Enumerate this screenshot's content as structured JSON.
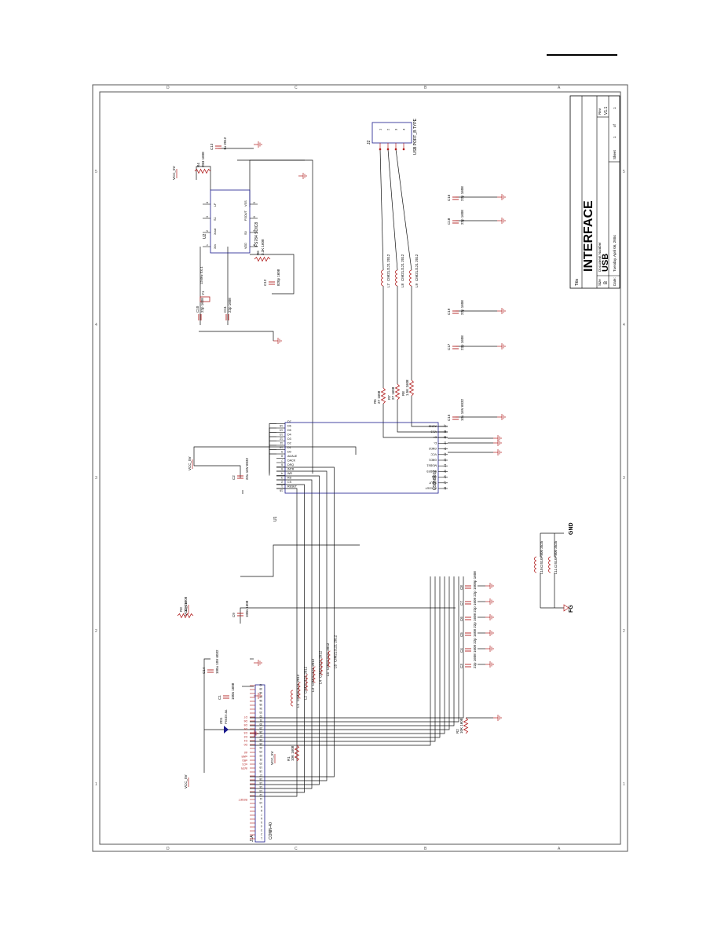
{
  "title_block": {
    "title": "INTERFACE",
    "doc_number_label": "Document Number",
    "doc_number": "USB",
    "size_label": "Size",
    "size": "B",
    "rev_label": "Rev",
    "rev": "V1.1",
    "title_label": "Title",
    "date_label": "Date:",
    "date": "Tuesday, April 06, 2004",
    "sheet_label": "Sheet",
    "sheet": "1",
    "of_label": "of",
    "of": "1"
  },
  "border": {
    "rows": [
      "D",
      "C",
      "B",
      "A"
    ],
    "cols": [
      "1",
      "2",
      "3",
      "4",
      "5"
    ]
  },
  "power": {
    "vcc": "VCC_5V"
  },
  "u1": {
    "ref": "U1",
    "part": "USBN9602",
    "left_pins": [
      {
        "num": "16",
        "name": "RESET"
      },
      {
        "num": "1",
        "name": "CS"
      },
      {
        "num": "2",
        "name": "RD"
      },
      {
        "num": "3",
        "name": "WR"
      },
      {
        "num": "4",
        "name": "INTR"
      },
      {
        "num": "5",
        "name": "DRQ"
      },
      {
        "num": "6",
        "name": "DACK"
      },
      {
        "num": "7",
        "name": "A0/ALE"
      },
      {
        "num": "8",
        "name": "D0"
      },
      {
        "num": "9",
        "name": "D1"
      },
      {
        "num": "10",
        "name": "D2"
      },
      {
        "num": "11",
        "name": "D3"
      },
      {
        "num": "12",
        "name": "D4"
      },
      {
        "num": "13",
        "name": "D5"
      },
      {
        "num": "14",
        "name": "D6"
      },
      {
        "num": "15",
        "name": "D7"
      }
    ],
    "right_pins": [
      {
        "num": "28",
        "name": "CLKOUT"
      },
      {
        "num": "27",
        "name": "XOUT"
      },
      {
        "num": "25",
        "name": "XIN"
      },
      {
        "num": "26",
        "name": "MODE0"
      },
      {
        "num": "24",
        "name": "MODE1"
      },
      {
        "num": "23",
        "name": "GND1"
      },
      {
        "num": "22",
        "name": "VCC"
      },
      {
        "num": "21",
        "name": "GND2"
      },
      {
        "num": "20",
        "name": "D-"
      },
      {
        "num": "19",
        "name": "D+"
      },
      {
        "num": "18",
        "name": "V3.3"
      },
      {
        "num": "17",
        "name": "AGND"
      }
    ]
  },
  "u2": {
    "ref": "U2",
    "part": "FS784 SOIC8",
    "pins": [
      {
        "num": "1",
        "name": "XIn"
      },
      {
        "num": "2",
        "name": "Xout"
      },
      {
        "num": "3",
        "name": "S1"
      },
      {
        "num": "4",
        "name": "LF"
      },
      {
        "num": "8",
        "name": "VDD"
      },
      {
        "num": "7",
        "name": "S0"
      },
      {
        "num": "6",
        "name": "FSOUT"
      },
      {
        "num": "5",
        "name": "VSS"
      }
    ]
  },
  "crystal": {
    "ref": "Y1",
    "value": "12MHz SX-1"
  },
  "components": [
    {
      "ref": "C13",
      "value": "1u 2012"
    },
    {
      "ref": "R4",
      "value": "20Ω 1608"
    },
    {
      "ref": "C10",
      "value": "22p 1608"
    },
    {
      "ref": "C11",
      "value": "22p 1608"
    },
    {
      "ref": "R6",
      "value": "3.3K 1608"
    },
    {
      "ref": "C12",
      "value": "820p 1608"
    },
    {
      "ref": "C2",
      "value": "22u 16V 6032"
    },
    {
      "ref": "R3",
      "value": "10K 1608"
    },
    {
      "ref": "C9",
      "value": "100n 1608"
    },
    {
      "ref": "C14",
      "value": "100u 10V 6032"
    },
    {
      "ref": "C1",
      "value": "100n 1608"
    },
    {
      "ref": "ZD1",
      "value": "P6KE6.8A"
    },
    {
      "ref": "R1",
      "value": "10K 1608"
    },
    {
      "ref": "R2",
      "value": "10K 1608"
    },
    {
      "ref": "R5",
      "value": "27 1608"
    },
    {
      "ref": "R7",
      "value": "27 1608"
    },
    {
      "ref": "R8",
      "value": "1.5K 1608"
    },
    {
      "ref": "C15",
      "value": "10u 16V 6032"
    },
    {
      "ref": "C16",
      "value": "22p 1608"
    },
    {
      "ref": "C18",
      "value": "22p 1608"
    },
    {
      "ref": "C17",
      "value": "22p 1608"
    },
    {
      "ref": "C19",
      "value": "22p 1608"
    }
  ],
  "d_caps": [
    {
      "ref": "C8",
      "value": "1000p 1608"
    },
    {
      "ref": "C7",
      "value": "1608 22p"
    },
    {
      "ref": "C6",
      "value": "1608 22p"
    },
    {
      "ref": "C5",
      "value": "1608 22p"
    },
    {
      "ref": "C4",
      "value": "1608 22p"
    },
    {
      "ref": "C3",
      "value": "22p 1608"
    }
  ],
  "chokes": [
    {
      "ref": "L1",
      "value": "CIM21J121 2012"
    },
    {
      "ref": "L2",
      "value": "CIM21J121 2012"
    },
    {
      "ref": "L3",
      "value": "CIM21J121 2012"
    },
    {
      "ref": "L4",
      "value": "CIM21J121 2012"
    },
    {
      "ref": "L5",
      "value": "CIM21J121 2012"
    },
    {
      "ref": "L6",
      "value": "CIM21J121 2012"
    }
  ],
  "usb_chokes": [
    {
      "ref": "L7",
      "value": "CIM21J121 2012"
    },
    {
      "ref": "L8",
      "value": "CIM21J121 2012"
    },
    {
      "ref": "L9",
      "value": "CIM21J121 2012"
    }
  ],
  "ferrites": [
    {
      "ref": "L10",
      "value": "CIS10P800 3525"
    },
    {
      "ref": "L11",
      "value": "CIS10P800 3525"
    }
  ],
  "labels": {
    "fg": "FG",
    "gnd": "GND"
  },
  "j2": {
    "ref": "J2",
    "part": "USB PORT_B TYPE",
    "pins": [
      "1",
      "2",
      "3",
      "4"
    ]
  },
  "j1a": {
    "ref": "J1A",
    "part": "CONN-40",
    "pins": [
      "1",
      "2",
      "3",
      "4",
      "5",
      "6",
      "7",
      "8",
      "9",
      "10",
      "11",
      "12",
      "13",
      "14",
      "15",
      "16",
      "17",
      "18",
      "19",
      "20",
      "21",
      "22",
      "23",
      "24",
      "25",
      "26",
      "27",
      "28",
      "29",
      "30",
      "31",
      "32",
      "33",
      "34",
      "35",
      "36",
      "37",
      "38",
      "39",
      "40"
    ],
    "signals": [
      {
        "pin": "11",
        "name": "RESET"
      },
      {
        "pin": "19",
        "name": "INTR"
      },
      {
        "pin": "20",
        "name": "nCS"
      },
      {
        "pin": "21",
        "name": "nRD"
      },
      {
        "pin": "22",
        "name": "nWR"
      },
      {
        "pin": "23",
        "name": "A0"
      },
      {
        "pin": "25",
        "name": "D0"
      },
      {
        "pin": "26",
        "name": "D1"
      },
      {
        "pin": "27",
        "name": "D2"
      },
      {
        "pin": "28",
        "name": "D3"
      },
      {
        "pin": "29",
        "name": "D4"
      },
      {
        "pin": "30",
        "name": "D5"
      },
      {
        "pin": "31",
        "name": "D6"
      },
      {
        "pin": "32",
        "name": "D7"
      }
    ]
  }
}
